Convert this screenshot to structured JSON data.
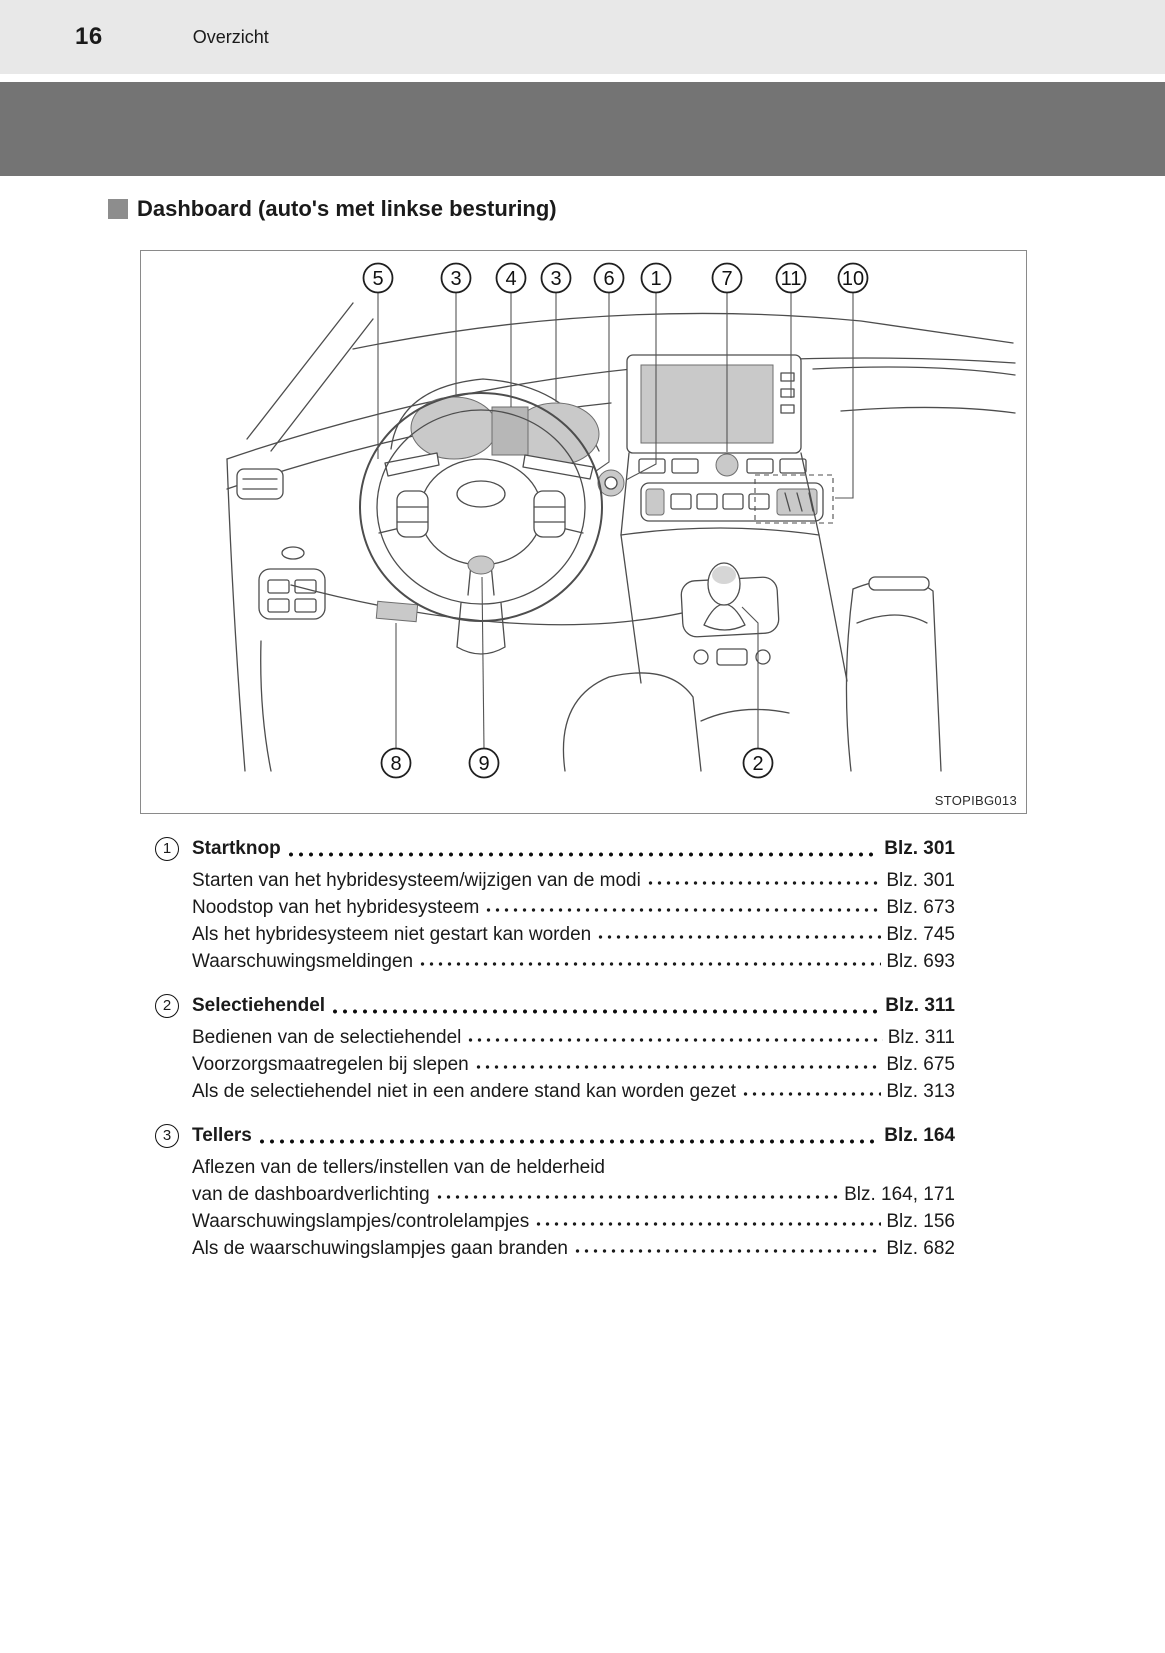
{
  "header": {
    "page_number": "16",
    "section": "Overzicht"
  },
  "heading": "Dashboard (auto's met linkse besturing)",
  "figure": {
    "code": "STOPIBG013",
    "callouts": [
      {
        "n": "5"
      },
      {
        "n": "3"
      },
      {
        "n": "4"
      },
      {
        "n": "3"
      },
      {
        "n": "6"
      },
      {
        "n": "1"
      },
      {
        "n": "7"
      },
      {
        "n": "11"
      },
      {
        "n": "10"
      },
      {
        "n": "8"
      },
      {
        "n": "9"
      },
      {
        "n": "2"
      }
    ]
  },
  "index": [
    {
      "num": "1",
      "title": "Startknop",
      "page": "Blz. 301",
      "items": [
        {
          "text": "Starten van het hybridesysteem/wijzigen van de modi",
          "page": "Blz. 301"
        },
        {
          "text": "Noodstop van het hybridesysteem",
          "page": "Blz. 673"
        },
        {
          "text": "Als het hybridesysteem niet gestart kan worden",
          "page": "Blz. 745"
        },
        {
          "text": "Waarschuwingsmeldingen",
          "page": "Blz. 693"
        }
      ]
    },
    {
      "num": "2",
      "title": "Selectiehendel",
      "page": "Blz. 311",
      "items": [
        {
          "text": "Bedienen van de selectiehendel",
          "page": "Blz. 311"
        },
        {
          "text": "Voorzorgsmaatregelen bij slepen",
          "page": "Blz. 675"
        },
        {
          "text": "Als de selectiehendel niet in een andere stand kan worden gezet",
          "page": "Blz. 313"
        }
      ]
    },
    {
      "num": "3",
      "title": "Tellers",
      "page": "Blz. 164",
      "items": [
        {
          "text": "Aflezen van de tellers/instellen van de helderheid"
        },
        {
          "text": "van de dashboardverlichting",
          "page": "Blz. 164, 171"
        },
        {
          "text": "Waarschuwingslampjes/controlelampjes",
          "page": "Blz. 156"
        },
        {
          "text": "Als de waarschuwingslampjes gaan branden",
          "page": "Blz. 682"
        }
      ]
    }
  ]
}
